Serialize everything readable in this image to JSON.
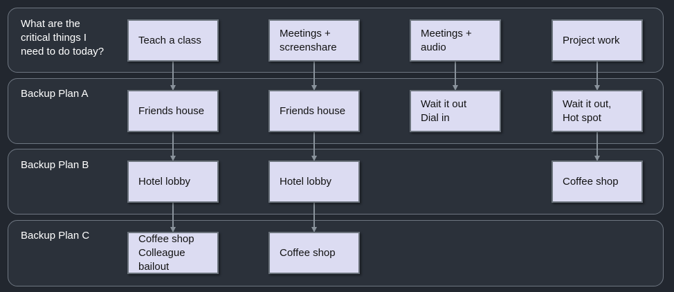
{
  "lanes": [
    {
      "label": "What are the\ncritical things I\nneed to do today?"
    },
    {
      "label": "Backup Plan A"
    },
    {
      "label": "Backup Plan B"
    },
    {
      "label": "Backup Plan C"
    }
  ],
  "nodes": {
    "teach_class": "Teach a class",
    "meetings_screenshare": "Meetings +\nscreenshare",
    "meetings_audio": "Meetings +\naudio",
    "project_work": "Project work",
    "a_friends_house_1": "Friends house",
    "a_friends_house_2": "Friends house",
    "a_wait_dial": "Wait it out\nDial in",
    "a_wait_hotspot": "Wait it out,\nHot spot",
    "b_hotel_lobby_1": "Hotel lobby",
    "b_hotel_lobby_2": "Hotel lobby",
    "b_coffee_shop": "Coffee shop",
    "c_coffee_bailout": "Coffee shop\nColleague bailout",
    "c_coffee_shop": "Coffee shop"
  },
  "colors": {
    "background": "#22272f",
    "lane_fill": "#2b313a",
    "lane_border": "#6f7782",
    "node_fill": "#dcdcf2",
    "node_border": "#6b737c",
    "arrow": "#8a939c"
  }
}
